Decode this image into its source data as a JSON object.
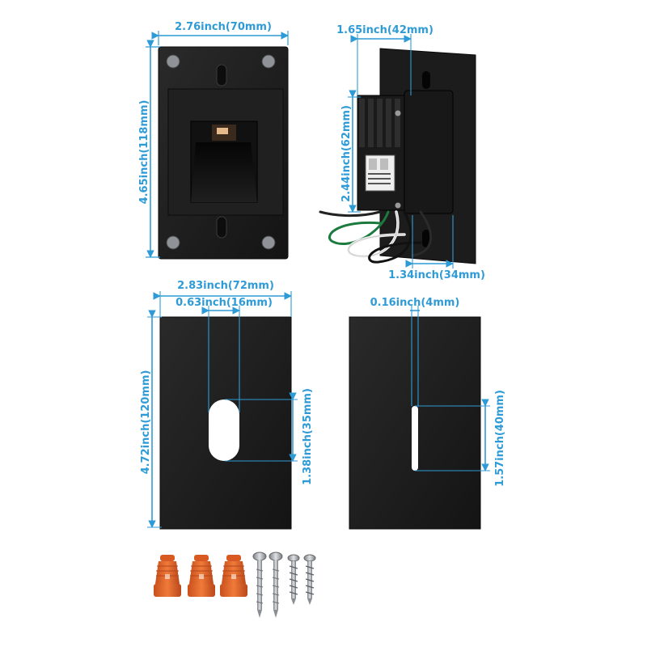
{
  "colors": {
    "dimension": "#2f9bd6",
    "plate": "#1d1d1d",
    "plate_edge": "#0e0e0e",
    "wire_nut": "#e5672b",
    "screw": "#a9adb2"
  },
  "dimensions": {
    "front_width": "2.76inch(70mm)",
    "front_height": "4.65inch(118mm)",
    "side_top": "1.65inch(42mm)",
    "side_height": "2.44inch(62mm)",
    "side_depth": "1.34inch(34mm)",
    "cover_a_width": "2.83inch(72mm)",
    "cover_a_slot_width": "0.63inch(16mm)",
    "cover_a_height": "4.72inch(120mm)",
    "cover_a_slot_height": "1.38inch(35mm)",
    "cover_b_slot_width": "0.16inch(4mm)",
    "cover_b_slot_height": "1.57inch(40mm)"
  },
  "accessories": {
    "wire_nut_icon": "wire-nut-icon",
    "screw_icon": "screw-icon"
  }
}
